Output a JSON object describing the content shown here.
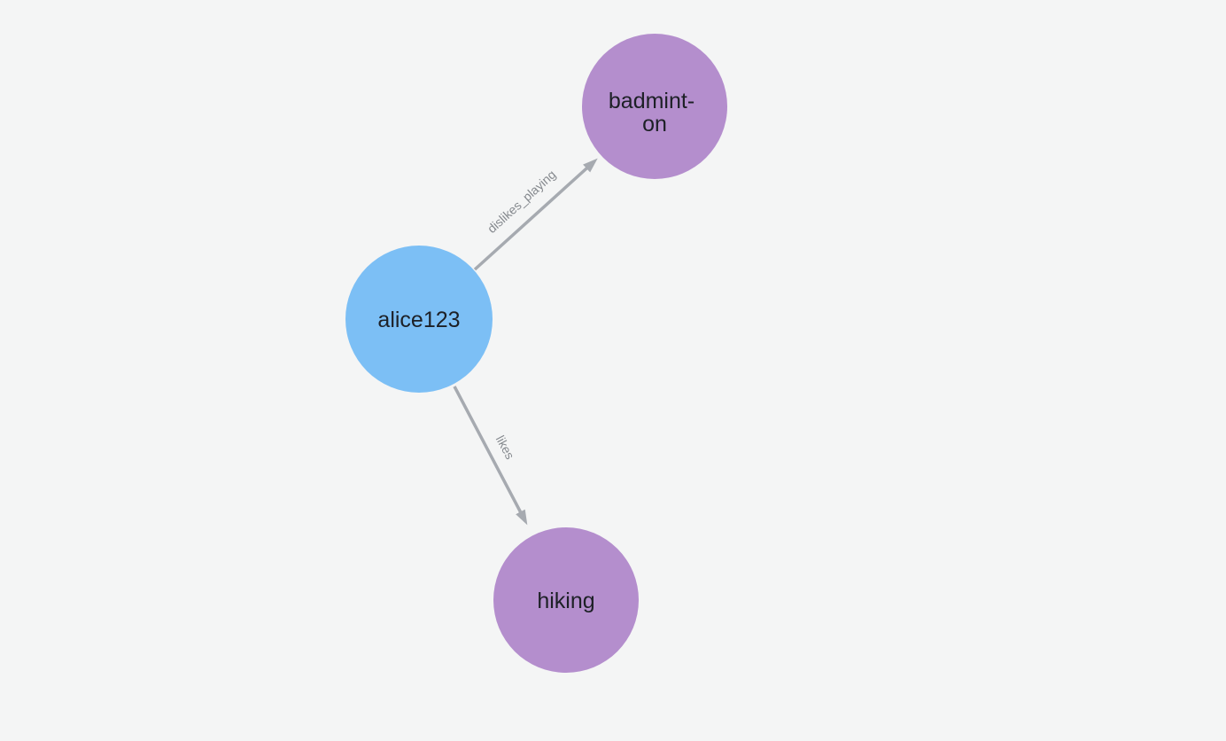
{
  "page": {
    "background_color": "#f4f5f5"
  },
  "graph": {
    "edge_color": "#a6aab0",
    "edge_label_color": "#85898e",
    "node_label_color": "#1d2026",
    "nodes": [
      {
        "label": "alice123",
        "lines": [
          "alice123"
        ],
        "color": "#7cbff5"
      },
      {
        "label": "badminton",
        "lines": [
          "badmint-",
          "on"
        ],
        "color": "#b48ecd"
      },
      {
        "label": "hiking",
        "lines": [
          "hiking"
        ],
        "color": "#b48ecd"
      }
    ],
    "edges": [
      {
        "source": "alice123",
        "target": "badminton",
        "label": "dislikes_playing"
      },
      {
        "source": "alice123",
        "target": "hiking",
        "label": "likes"
      }
    ]
  }
}
